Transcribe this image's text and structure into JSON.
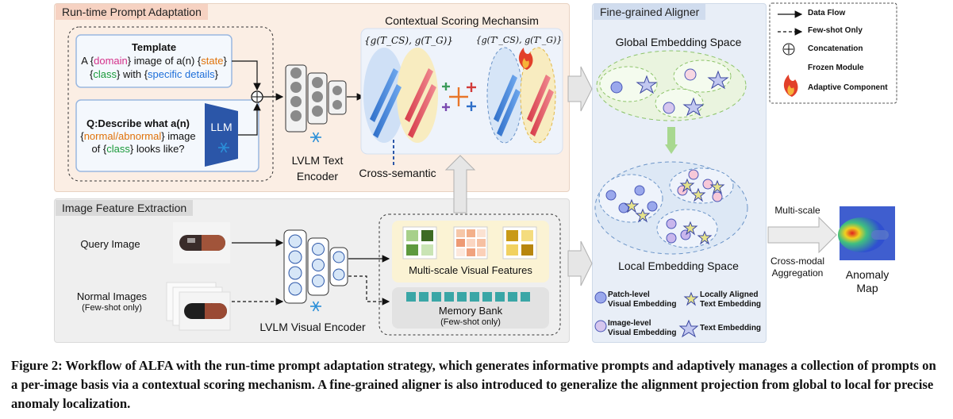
{
  "panels": {
    "prompt_adaptation": "Run-time Prompt Adaptation",
    "image_feature": "Image Feature Extraction",
    "aligner": "Fine-grained Aligner"
  },
  "template": {
    "title": "Template",
    "line1_a": "A {",
    "line1_domain": "domain",
    "line1_b": "} image of a(n) {",
    "line1_state": "state",
    "line1_c": "}",
    "line2_a": "{",
    "line2_class": "class",
    "line2_b": "} with {",
    "line2_details": "specific details",
    "line2_c": "}"
  },
  "question": {
    "line1": "Q:Describe what a(n)",
    "line2_a": "{",
    "line2_normal": "normal/abnormal",
    "line2_b": "} image",
    "line3_a": "of  {",
    "line3_class": "class",
    "line3_b": "} looks like?"
  },
  "llm_label": "LLM",
  "text_encoder_label": "LVLM Text\nEncoder",
  "scoring": {
    "title": "Contextual Scoring Mechansim",
    "formula_left": "{g(T_CS), g(T_G)}",
    "formula_right": "{g(T'_CS), g(T'_G)}",
    "cross_semantic": "Cross-semantic"
  },
  "image_inputs": {
    "query": "Query Image",
    "normal": "Normal Images",
    "normal_sub": "(Few-shot only)"
  },
  "visual_encoder_label": "LVLM Visual Encoder",
  "multiscale_label": "Multi-scale Visual Features",
  "memory_bank": {
    "title": "Memory Bank",
    "sub": "(Few-shot only)"
  },
  "aligner": {
    "global": "Global Embedding Space",
    "local": "Local Embedding Space"
  },
  "aggregation": {
    "top": "Multi-scale",
    "bottom1": "Cross-modal",
    "bottom2": "Aggregation"
  },
  "anomaly_map": "Anomaly\nMap",
  "legend": {
    "data_flow": "Data Flow",
    "few_shot": "Few-shot Only",
    "concat": "Concatenation",
    "frozen": "Frozen Module",
    "adaptive": "Adaptive Component"
  },
  "emb_legend": {
    "patch": "Patch-level\nVisual Embedding",
    "local_text": "Locally Aligned\nText Embedding",
    "image": "Image-level\nVisual Embedding",
    "text": "Text Embedding"
  },
  "caption": "Figure 2: Workflow of ALFA with the run-time prompt adaptation strategy, which generates informative prompts and adaptively manages a collection of prompts on a per-image basis via a contextual scoring mechanism. A fine-grained aligner is also introduced to generalize the alignment projection from global to local for precise anomaly localization.",
  "colors": {
    "prompt_bg": "#fbeee4",
    "image_bg": "#efefef",
    "aligner_bg": "#e8eef7",
    "blue_feat": "#3d7fd6",
    "red_feat": "#e2525e",
    "green_space": "#8dc46a",
    "blue_space": "#6b94c8"
  }
}
